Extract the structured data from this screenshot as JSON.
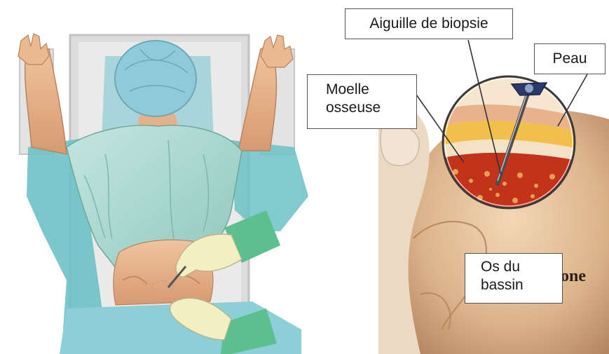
{
  "labels": {
    "needle": "Aiguille de biopsie",
    "skin": "Peau",
    "marrow": "Moelle osseuse",
    "bone": "Os du bassin"
  },
  "background_text": "one",
  "colors": {
    "skin": "#e8b68f",
    "gown": "#a9d8cf",
    "drape": "#6cc1c6",
    "cap": "#8fcad8",
    "glove": "#f3efc4",
    "marrow": "#c1331a",
    "bone": "#d9b892",
    "fat": "#f2c04a"
  }
}
